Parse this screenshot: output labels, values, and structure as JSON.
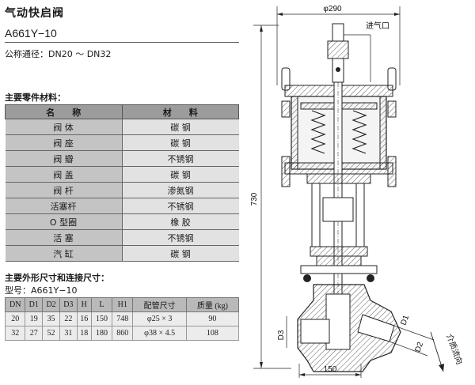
{
  "title": "气动快启阀",
  "model": "A661Y−10",
  "nominal_diameter": "公称通径：DN20 ～ DN32",
  "parts_heading": "主要零件材料：",
  "parts_table": {
    "headers": [
      "名　　称",
      "材　　料"
    ],
    "rows": [
      {
        "name": "阀 体",
        "material": "碳 钢"
      },
      {
        "name": "阀 座",
        "material": "碳 钢"
      },
      {
        "name": "阀 瓣",
        "material": "不锈钢"
      },
      {
        "name": "阀 盖",
        "material": "碳 钢"
      },
      {
        "name": "阀 杆",
        "material": "渗氮钢"
      },
      {
        "name": "活塞杆",
        "material": "不锈钢"
      },
      {
        "name": "O 型圈",
        "material": "橡 胶"
      },
      {
        "name": "活 塞",
        "material": "不锈钢"
      },
      {
        "name": "汽 缸",
        "material": "碳 钢"
      }
    ]
  },
  "dims_heading": "主要外形尺寸和连接尺寸：",
  "dims_model": "型号：A661Y−10",
  "dims_table": {
    "headers": [
      "DN",
      "D1",
      "D2",
      "D3",
      "H",
      "L",
      "H1",
      "配管尺寸",
      "质量 (kg)"
    ],
    "rows": [
      [
        "20",
        "19",
        "35",
        "22",
        "16",
        "150",
        "748",
        "φ25 × 3",
        "90"
      ],
      [
        "32",
        "27",
        "52",
        "31",
        "18",
        "180",
        "860",
        "φ38 × 4.5",
        "108"
      ]
    ]
  },
  "drawing": {
    "dim_top": "φ290",
    "dim_height": "730",
    "dim_bottom": "150",
    "inlet_label": "进气口",
    "flow_label": "介质流向",
    "label_d1": "D1",
    "label_d2": "D2",
    "label_d3": "D3"
  }
}
